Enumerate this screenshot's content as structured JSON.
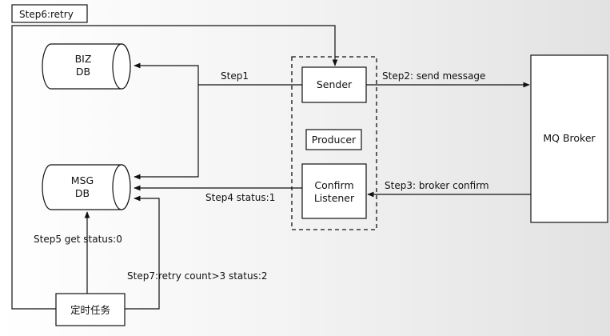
{
  "nodes": {
    "biz_db": {
      "line1": "BIZ",
      "line2": "DB"
    },
    "msg_db": {
      "line1": "MSG",
      "line2": "DB"
    },
    "sender": "Sender",
    "producer": "Producer",
    "confirm_listener": {
      "line1": "Confirm",
      "line2": "Listener"
    },
    "mq_broker": "MQ Broker",
    "scheduler": "定时任务"
  },
  "edges": {
    "step1": "Step1",
    "step2": "Step2: send message",
    "step3": "Step3: broker confirm",
    "step4": "Step4 status:1",
    "step5": "Step5 get status:0",
    "step6": "Step6:retry",
    "step7": "Step7:retry  count>3 status:2"
  }
}
